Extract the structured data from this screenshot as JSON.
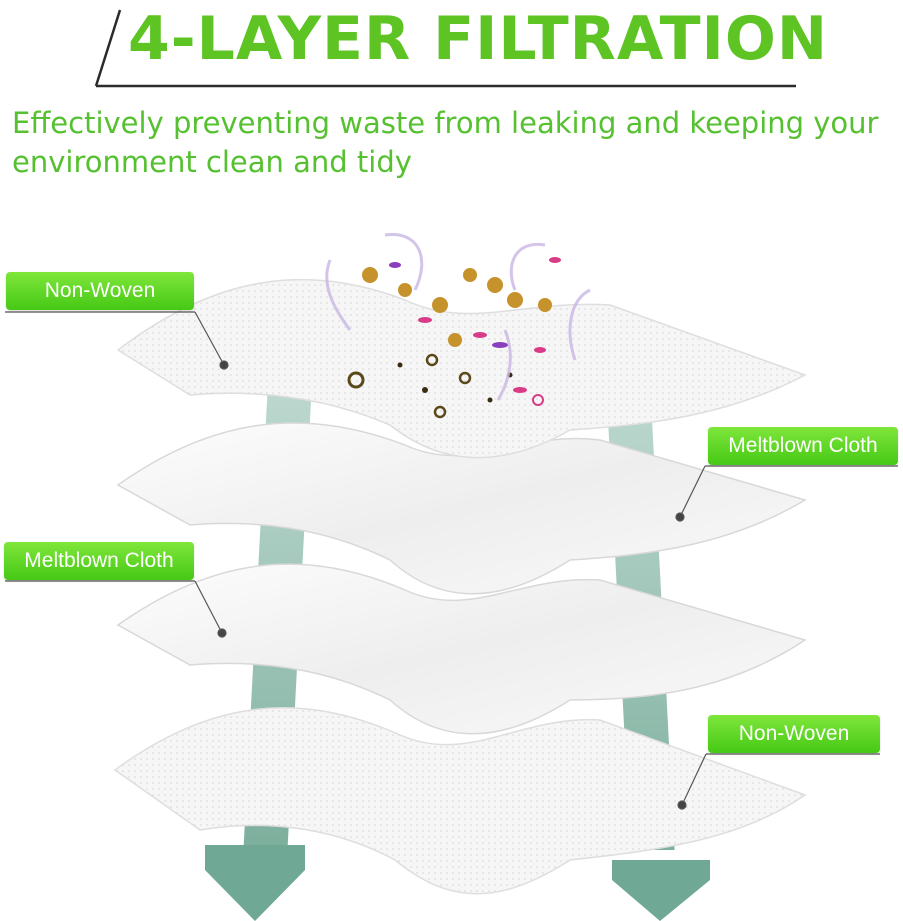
{
  "header": {
    "title": "4-LAYER FILTRATION",
    "subtitle": "Effectively preventing waste from leaking and keeping your environment clean and tidy"
  },
  "layers": [
    {
      "label": "Non-Woven"
    },
    {
      "label": "Meltblown Cloth"
    },
    {
      "label": "Meltblown Cloth"
    },
    {
      "label": "Non-Woven"
    }
  ],
  "colors": {
    "accent": "#5dc424",
    "label_bg": "#4cd01c",
    "arrow": "#6fa894",
    "sheet": "#f4f4f4"
  },
  "icons": [
    "particle-cluster-icon",
    "down-arrow-icon"
  ]
}
